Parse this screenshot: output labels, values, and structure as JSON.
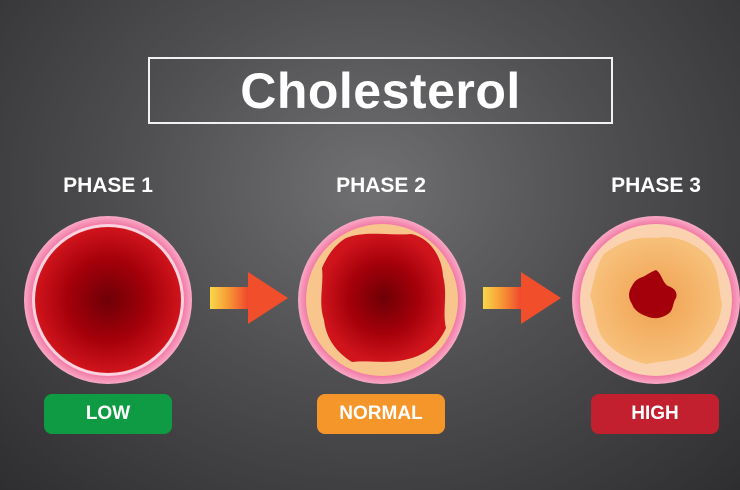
{
  "title": "Cholesterol",
  "phases": [
    {
      "label": "PHASE 1",
      "status": "LOW",
      "status_color": "#0f9b43"
    },
    {
      "label": "PHASE 2",
      "status": "NORMAL",
      "status_color": "#f5962a"
    },
    {
      "label": "PHASE 3",
      "status": "HIGH",
      "status_color": "#c21f2f"
    }
  ],
  "colors": {
    "vessel_wall": "#f07fa8",
    "plaque": "#f5b05e",
    "blood": "#a00008",
    "arrow": "#f55a2e"
  }
}
